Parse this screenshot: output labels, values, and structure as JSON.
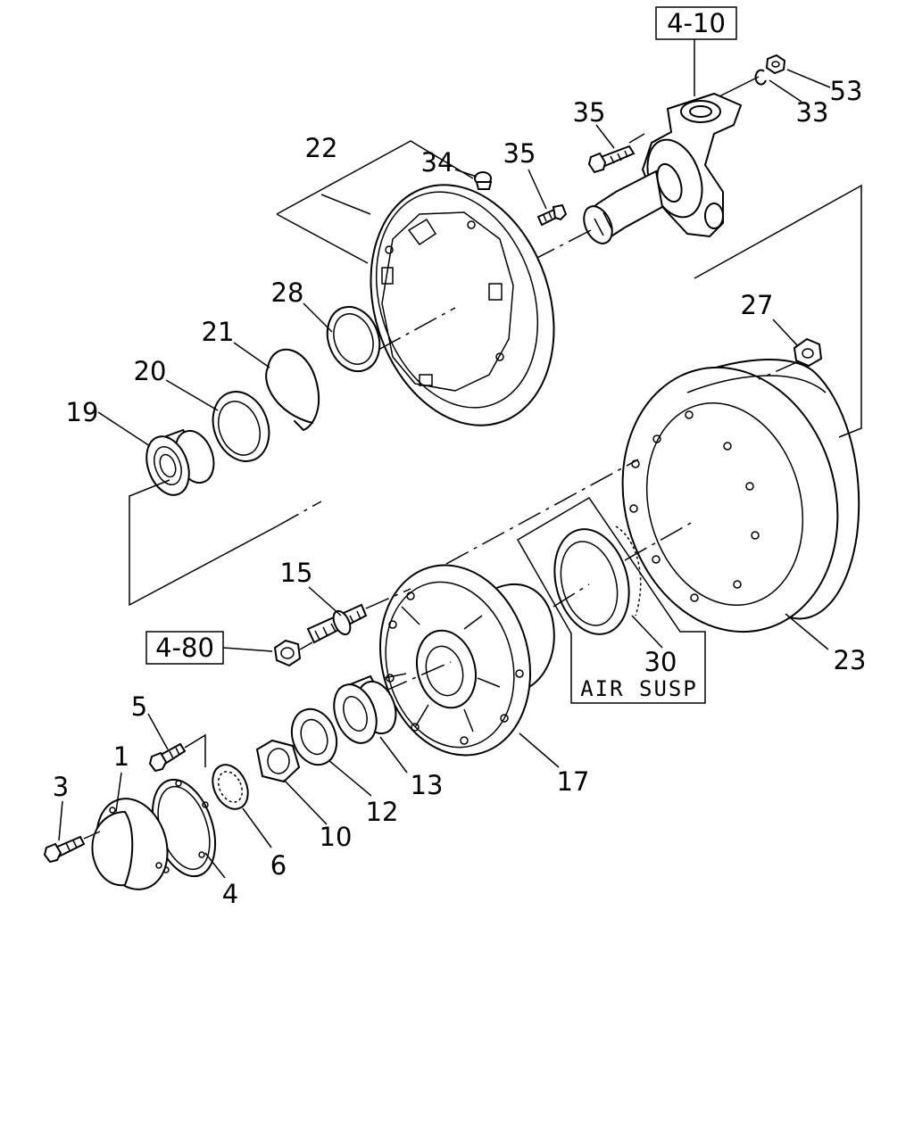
{
  "refs": {
    "r410": "4-10",
    "r480": "4-80"
  },
  "callouts": {
    "c1": "1",
    "c3": "3",
    "c4": "4",
    "c5": "5",
    "c6": "6",
    "c10": "10",
    "c12": "12",
    "c13": "13",
    "c15": "15",
    "c17": "17",
    "c19": "19",
    "c20": "20",
    "c21": "21",
    "c22": "22",
    "c23": "23",
    "c27": "27",
    "c28": "28",
    "c30": "30",
    "c33": "33",
    "c34": "34",
    "c35a": "35",
    "c35b": "35",
    "c53": "53"
  },
  "notes": {
    "air_susp": "AIR SUSP"
  }
}
